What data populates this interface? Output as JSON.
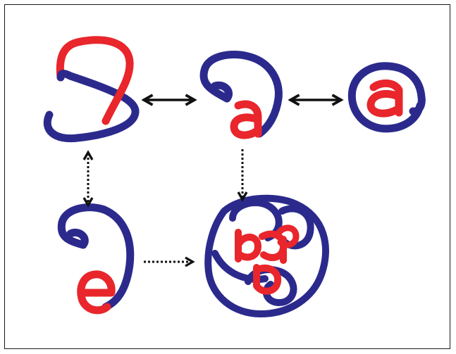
{
  "diagram": {
    "colors": {
      "rope_primary": "#2b2a8c",
      "rope_highlight": "#e8262c",
      "arrow": "#111111"
    },
    "nodes": [
      {
        "id": "node-a",
        "role": "open-strand"
      },
      {
        "id": "node-b",
        "role": "strand-with-a"
      },
      {
        "id": "node-c",
        "role": "at-sign-knot"
      },
      {
        "id": "node-d",
        "role": "strand-with-e"
      },
      {
        "id": "node-e",
        "role": "tangled-knot"
      }
    ],
    "edges": [
      {
        "from": "node-a",
        "to": "node-b",
        "style": "solid",
        "direction": "both"
      },
      {
        "from": "node-b",
        "to": "node-c",
        "style": "solid",
        "direction": "both"
      },
      {
        "from": "node-a",
        "to": "node-d",
        "style": "dotted",
        "direction": "both"
      },
      {
        "from": "node-b",
        "to": "node-e",
        "style": "dotted",
        "direction": "forward"
      },
      {
        "from": "node-d",
        "to": "node-e",
        "style": "dotted",
        "direction": "forward"
      }
    ]
  }
}
